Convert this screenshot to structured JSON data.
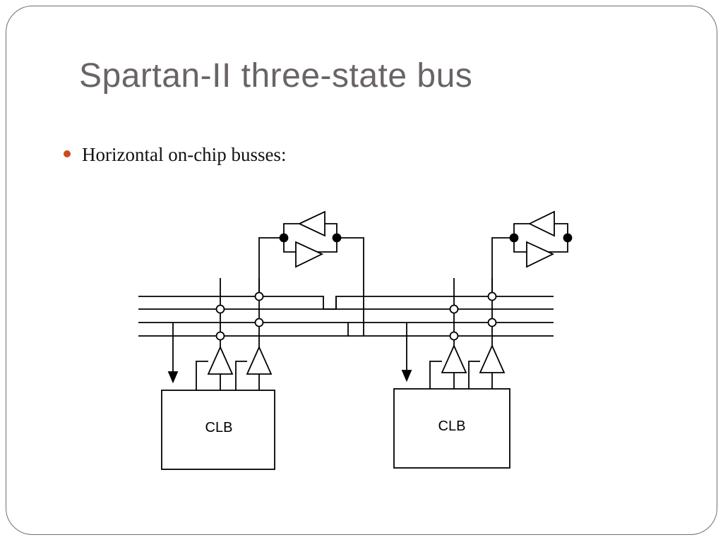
{
  "slide": {
    "title": "Spartan-II three-state bus",
    "bullets": [
      "Horizontal on-chip busses:"
    ]
  },
  "diagram": {
    "blocks": [
      {
        "label": "CLB"
      },
      {
        "label": "CLB"
      }
    ]
  },
  "colors": {
    "title": "#6a6464",
    "bullet": "#cc4a1c",
    "line": "#000000",
    "frame": "#6e6e6e"
  }
}
